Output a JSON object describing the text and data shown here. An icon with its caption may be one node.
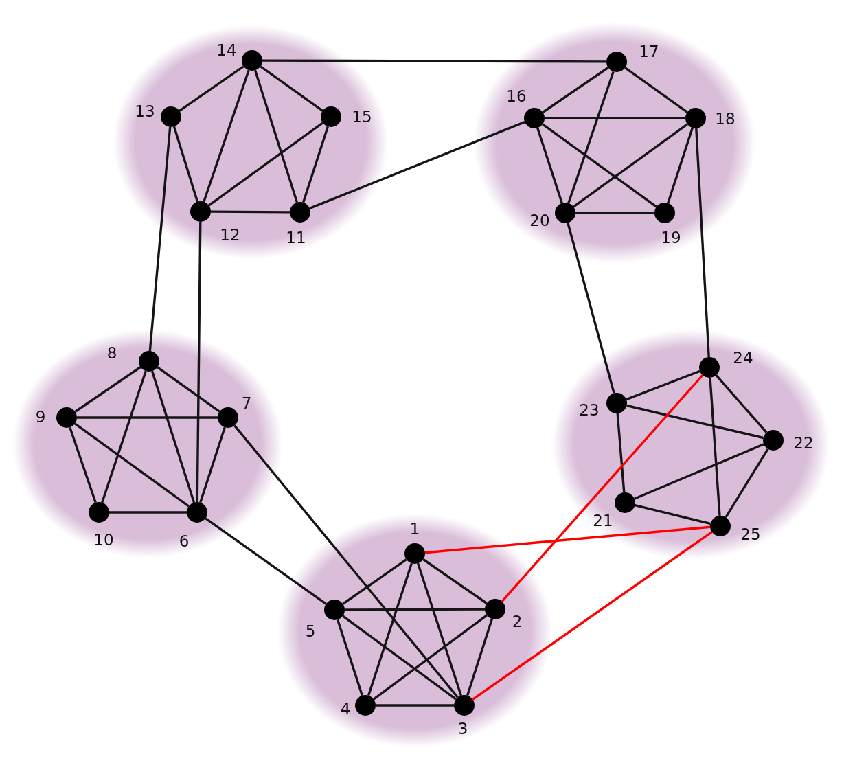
{
  "diagram": {
    "nodes": [
      {
        "text": [],
        "shape": "circle"
      },
      {
        "text": [],
        "shape": "circle",
        "beside": [
          "1"
        ],
        "in": 0
      },
      {
        "text": [],
        "shape": "circle",
        "beside": [
          "2"
        ],
        "in": 0
      },
      {
        "text": [],
        "shape": "circle",
        "beside": [
          "3"
        ],
        "in": 0
      },
      {
        "text": [],
        "shape": "circle",
        "beside": [
          "4"
        ],
        "in": 0
      },
      {
        "text": [],
        "shape": "circle",
        "beside": [
          "5"
        ],
        "in": 0
      },
      {
        "text": [],
        "shape": "circle"
      },
      {
        "text": [],
        "shape": "circle",
        "beside": [
          "6"
        ],
        "in": 6
      },
      {
        "text": [],
        "shape": "circle",
        "beside": [
          "7"
        ],
        "in": 6
      },
      {
        "text": [],
        "shape": "circle",
        "beside": [
          "8"
        ],
        "in": 6
      },
      {
        "text": [],
        "shape": "circle",
        "beside": [
          "9"
        ],
        "in": 6
      },
      {
        "text": [],
        "shape": "circle",
        "beside": [
          "10"
        ],
        "in": 6
      },
      {
        "text": [],
        "shape": "circle"
      },
      {
        "text": [],
        "shape": "circle",
        "beside": [
          "11"
        ],
        "in": 12
      },
      {
        "text": [],
        "shape": "circle",
        "beside": [
          "12"
        ],
        "in": 12
      },
      {
        "text": [],
        "shape": "circle",
        "beside": [
          "13"
        ],
        "in": 12
      },
      {
        "text": [],
        "shape": "circle",
        "beside": [
          "14"
        ],
        "in": 12
      },
      {
        "text": [],
        "shape": "circle",
        "beside": [
          "15"
        ],
        "in": 12
      },
      {
        "text": [],
        "shape": "circle"
      },
      {
        "text": [],
        "shape": "circle",
        "beside": [
          "16"
        ],
        "in": 18
      },
      {
        "text": [],
        "shape": "circle",
        "beside": [
          "17"
        ],
        "in": 18
      },
      {
        "text": [],
        "shape": "circle",
        "beside": [
          "18"
        ],
        "in": 18
      },
      {
        "text": [],
        "shape": "circle",
        "beside": [
          "19"
        ],
        "in": 18
      },
      {
        "text": [],
        "shape": "circle",
        "beside": [
          "20"
        ],
        "in": 18
      },
      {
        "text": [],
        "shape": "circle"
      },
      {
        "text": [],
        "shape": "circle",
        "beside": [
          "21"
        ],
        "in": 24
      },
      {
        "text": [],
        "shape": "circle",
        "beside": [
          "22"
        ],
        "in": 24
      },
      {
        "text": [],
        "shape": "circle",
        "beside": [
          "23"
        ],
        "in": 24
      },
      {
        "text": [],
        "shape": "circle",
        "beside": [
          "24"
        ],
        "in": 24
      },
      {
        "text": [],
        "shape": "circle",
        "beside": [
          "25"
        ],
        "in": 24
      }
    ],
    "edges": [
      {
        "from": 1,
        "to": 2,
        "arrow": "none"
      },
      {
        "from": 1,
        "to": 3,
        "arrow": "none"
      },
      {
        "from": 1,
        "to": 4,
        "arrow": "none"
      },
      {
        "from": 1,
        "to": 5,
        "arrow": "none"
      },
      {
        "from": 2,
        "to": 3,
        "arrow": "none"
      },
      {
        "from": 2,
        "to": 4,
        "arrow": "none"
      },
      {
        "from": 2,
        "to": 5,
        "arrow": "none"
      },
      {
        "from": 3,
        "to": 4,
        "arrow": "none"
      },
      {
        "from": 3,
        "to": 5,
        "arrow": "none"
      },
      {
        "from": 4,
        "to": 5,
        "arrow": "none"
      },
      {
        "from": 9,
        "to": 10,
        "arrow": "none"
      },
      {
        "from": 9,
        "to": 8,
        "arrow": "none"
      },
      {
        "from": 9,
        "to": 11,
        "arrow": "none"
      },
      {
        "from": 9,
        "to": 7,
        "arrow": "none"
      },
      {
        "from": 10,
        "to": 8,
        "arrow": "none"
      },
      {
        "from": 10,
        "to": 7,
        "arrow": "none"
      },
      {
        "from": 10,
        "to": 11,
        "arrow": "none"
      },
      {
        "from": 11,
        "to": 7,
        "arrow": "none"
      },
      {
        "from": 8,
        "to": 7,
        "arrow": "none"
      },
      {
        "from": 16,
        "to": 15,
        "arrow": "none"
      },
      {
        "from": 16,
        "to": 14,
        "arrow": "none"
      },
      {
        "from": 16,
        "to": 13,
        "arrow": "none"
      },
      {
        "from": 16,
        "to": 17,
        "arrow": "none"
      },
      {
        "from": 15,
        "to": 14,
        "arrow": "none"
      },
      {
        "from": 14,
        "to": 17,
        "arrow": "none"
      },
      {
        "from": 14,
        "to": 13,
        "arrow": "none"
      },
      {
        "from": 17,
        "to": 13,
        "arrow": "none"
      },
      {
        "from": 20,
        "to": 19,
        "arrow": "none"
      },
      {
        "from": 20,
        "to": 21,
        "arrow": "none"
      },
      {
        "from": 20,
        "to": 23,
        "arrow": "none"
      },
      {
        "from": 19,
        "to": 21,
        "arrow": "none"
      },
      {
        "from": 19,
        "to": 22,
        "arrow": "none"
      },
      {
        "from": 19,
        "to": 23,
        "arrow": "none"
      },
      {
        "from": 21,
        "to": 23,
        "arrow": "none"
      },
      {
        "from": 21,
        "to": 22,
        "arrow": "none"
      },
      {
        "from": 23,
        "to": 22,
        "arrow": "none"
      },
      {
        "from": 28,
        "to": 27,
        "arrow": "none"
      },
      {
        "from": 28,
        "to": 26,
        "arrow": "none"
      },
      {
        "from": 28,
        "to": 29,
        "arrow": "none"
      },
      {
        "from": 27,
        "to": 26,
        "arrow": "none"
      },
      {
        "from": 27,
        "to": 25,
        "arrow": "none"
      },
      {
        "from": 26,
        "to": 25,
        "arrow": "none"
      },
      {
        "from": 26,
        "to": 29,
        "arrow": "none"
      },
      {
        "from": 25,
        "to": 29,
        "arrow": "none"
      },
      {
        "from": 16,
        "to": 20,
        "arrow": "none"
      },
      {
        "from": 13,
        "to": 19,
        "arrow": "none"
      },
      {
        "from": 15,
        "to": 9,
        "arrow": "none"
      },
      {
        "from": 14,
        "to": 7,
        "arrow": "none"
      },
      {
        "from": 23,
        "to": 27,
        "arrow": "none"
      },
      {
        "from": 21,
        "to": 28,
        "arrow": "none"
      },
      {
        "from": 8,
        "to": 3,
        "arrow": "none"
      },
      {
        "from": 7,
        "to": 5,
        "arrow": "none"
      },
      {
        "from": 1,
        "to": 29,
        "arrow": "none",
        "color": "#ff0000"
      },
      {
        "from": 2,
        "to": 28,
        "arrow": "none",
        "color": "#ff0000"
      },
      {
        "from": 3,
        "to": 29,
        "arrow": "none",
        "color": "#ff0000"
      }
    ]
  }
}
